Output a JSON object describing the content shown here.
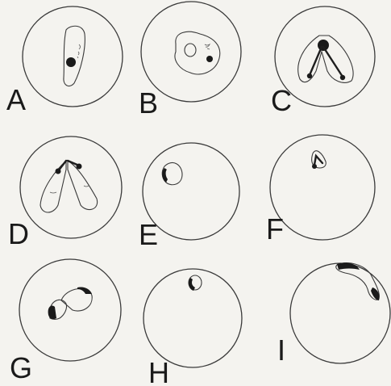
{
  "panels": [
    {
      "id": "A",
      "label": "A"
    },
    {
      "id": "B",
      "label": "B"
    },
    {
      "id": "C",
      "label": "C"
    },
    {
      "id": "D",
      "label": "D"
    },
    {
      "id": "E",
      "label": "E"
    },
    {
      "id": "F",
      "label": "F"
    },
    {
      "id": "G",
      "label": "G"
    },
    {
      "id": "H",
      "label": "H"
    },
    {
      "id": "I",
      "label": "I"
    }
  ]
}
